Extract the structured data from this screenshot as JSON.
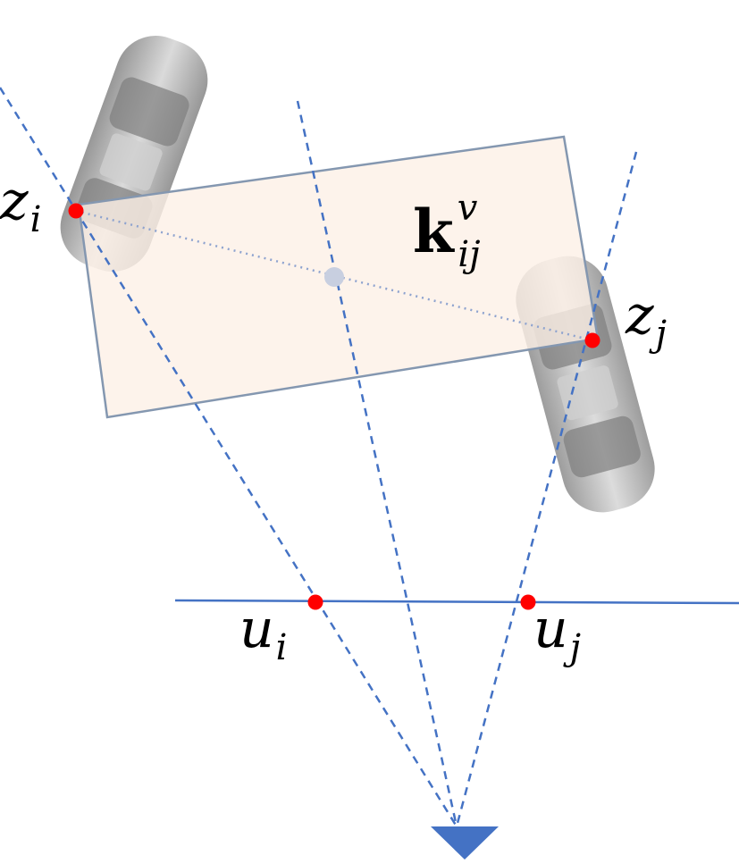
{
  "labels": {
    "zi": {
      "base": "z",
      "sub": "i"
    },
    "zj": {
      "base": "z",
      "sub": "j"
    },
    "ui": {
      "base": "u",
      "sub": "i"
    },
    "uj": {
      "base": "u",
      "sub": "j"
    },
    "k": {
      "base": "k",
      "sup": "v",
      "sub": "ij"
    }
  },
  "colors": {
    "ray": "#4472c4",
    "box_fill": "#fdf0e6",
    "box_stroke": "#8497b0",
    "point": "#ff0000",
    "midpoint": "#c8cfe0",
    "camera": "#4472c4",
    "car_body": "#b5b5b5"
  }
}
